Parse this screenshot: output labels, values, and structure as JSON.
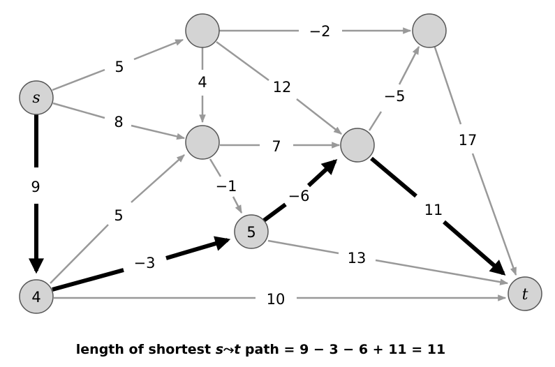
{
  "caption": {
    "prefix": "length of shortest ",
    "s": "s",
    "squiggle": "⤳",
    "t": "t",
    "suffix": " path = 9 − 3 − 6 + 11 = 11"
  },
  "nodes": {
    "s": "s",
    "a": "",
    "b": "",
    "c": "",
    "d": "",
    "e": "5",
    "f": "4",
    "t": "t"
  },
  "edges": {
    "s_a": "5",
    "s_c": "8",
    "s_f": "9",
    "a_b": "−2",
    "a_c": "4",
    "a_d": "12",
    "c_d": "7",
    "c_e": "−1",
    "f_c": "5",
    "f_e": "−3",
    "f_t": "10",
    "e_d": "−6",
    "e_t": "13",
    "d_b": "−5",
    "d_t": "11",
    "b_t": "17"
  },
  "colors": {
    "node_fill": "#d4d4d4",
    "node_stroke": "#555555",
    "edge": "#999999",
    "highlight": "#000000"
  }
}
